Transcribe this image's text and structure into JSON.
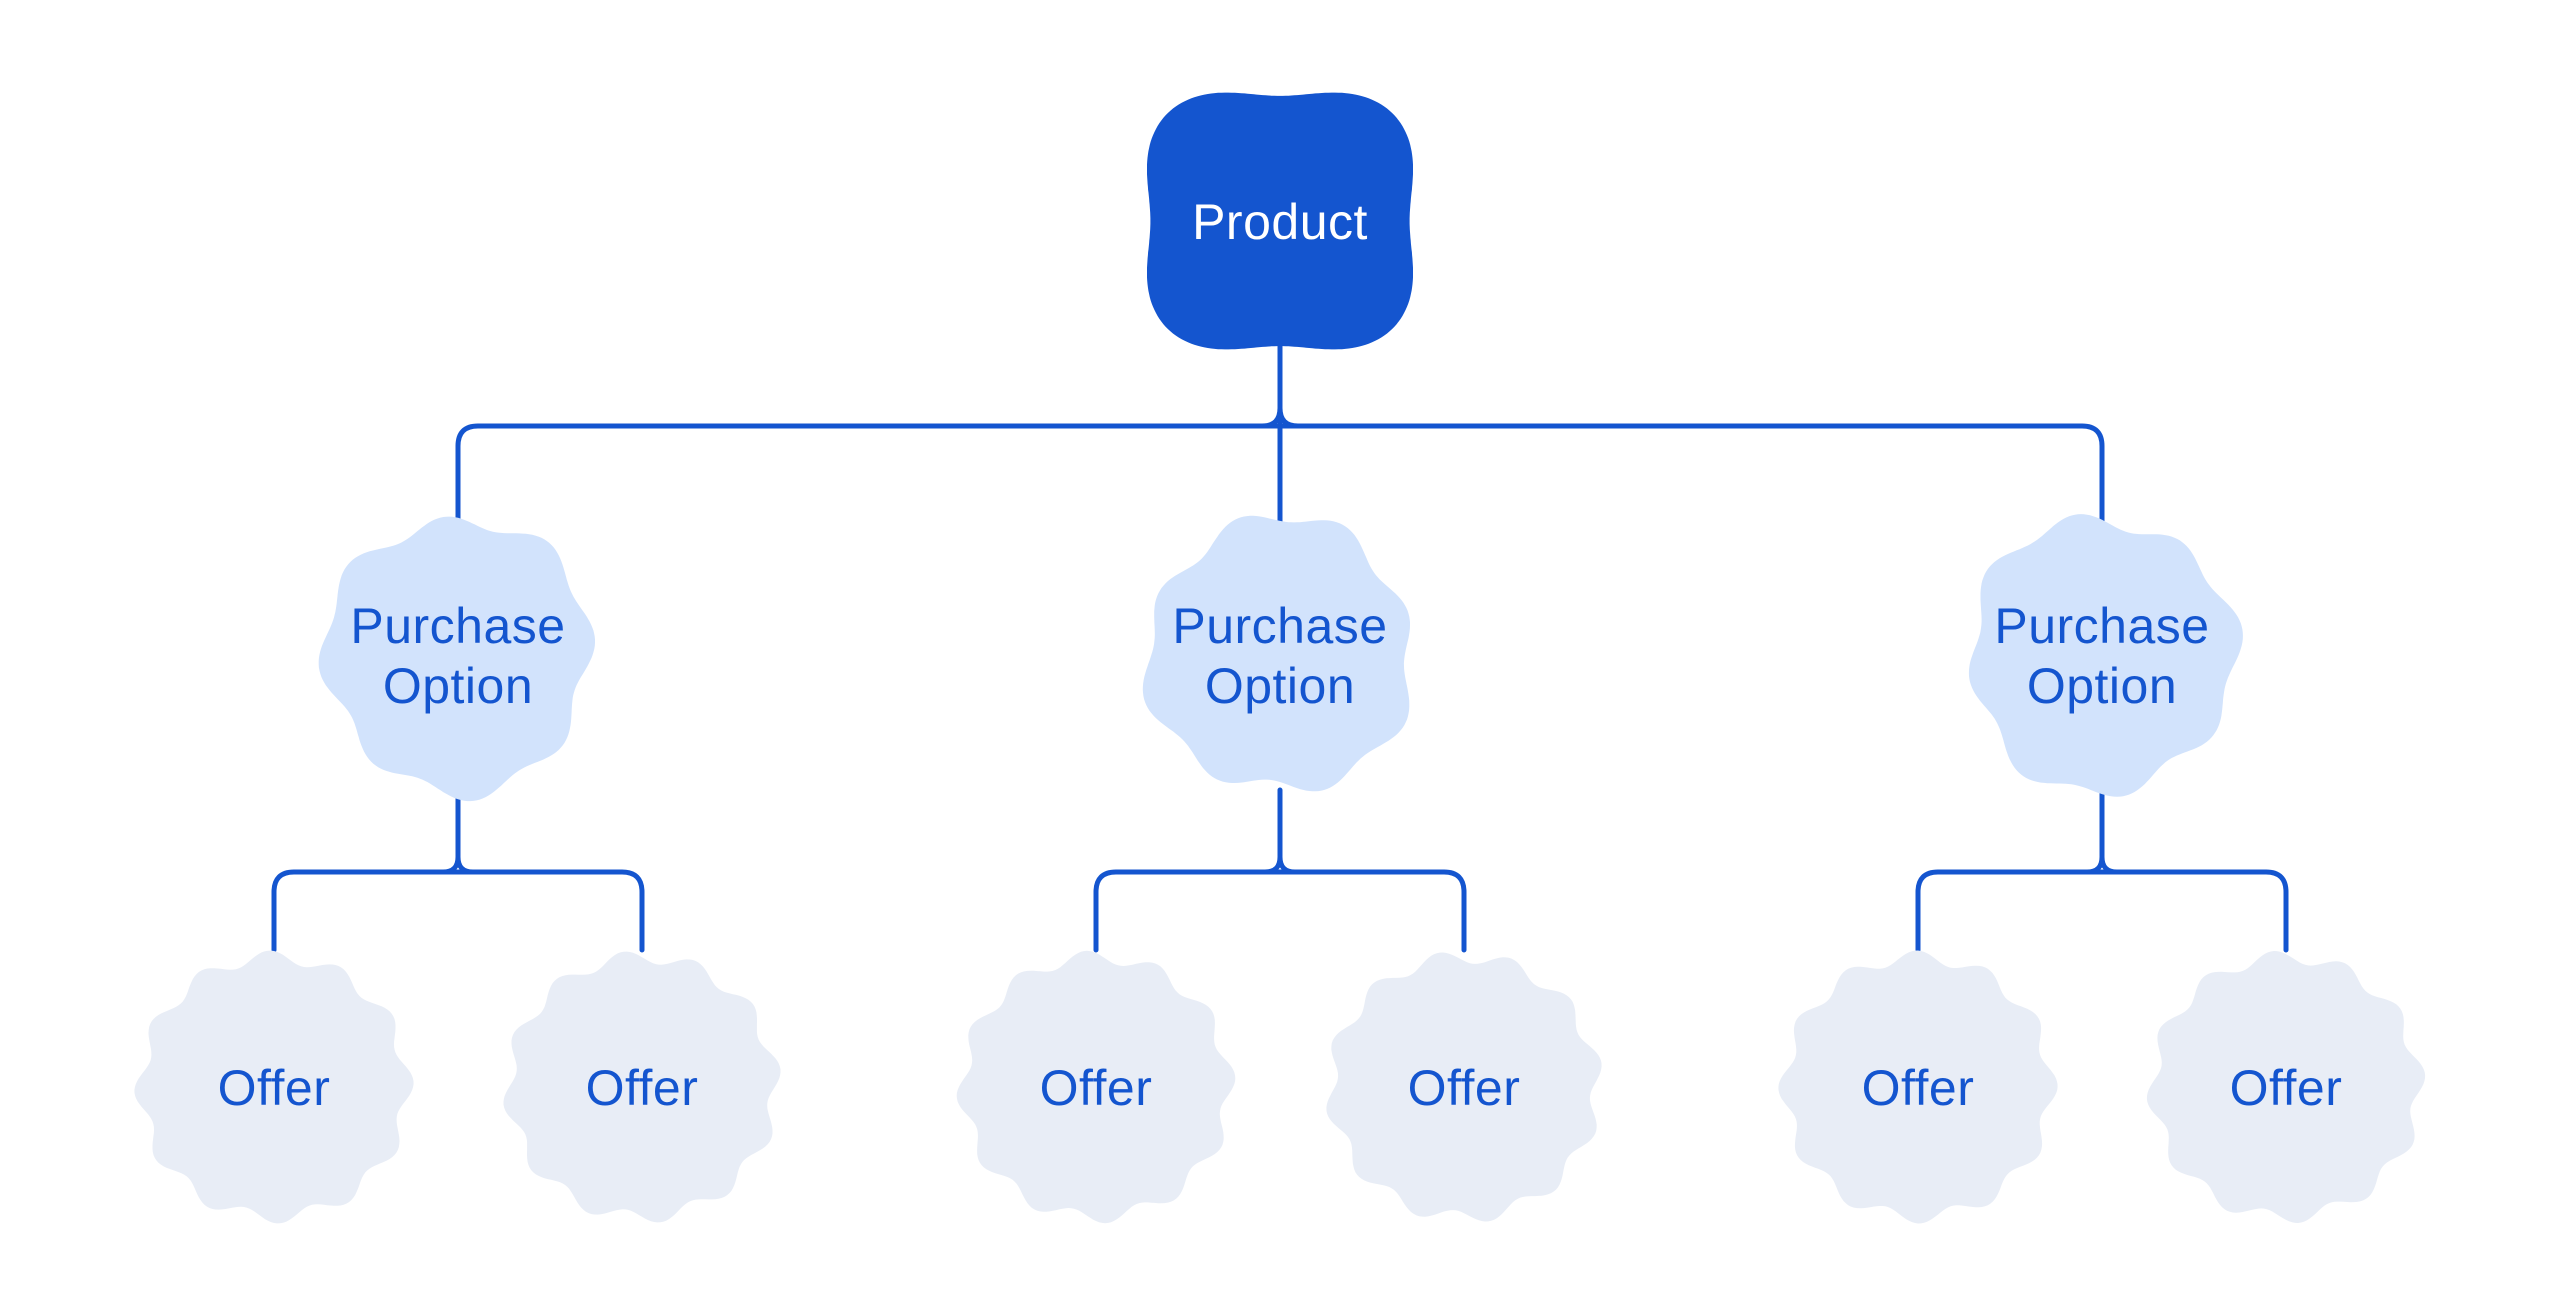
{
  "colors": {
    "background": "#ffffff",
    "connector": "#1455cf",
    "product_fill": "#1455cf",
    "product_text": "#ffffff",
    "purchase_option_fill": "#d2e3fc",
    "offer_fill": "#e8edf6",
    "label_text": "#1455cf"
  },
  "tree": {
    "label": "Product",
    "children": [
      {
        "label": "Purchase Option",
        "children": [
          {
            "label": "Offer"
          },
          {
            "label": "Offer"
          }
        ]
      },
      {
        "label": "Purchase Option",
        "children": [
          {
            "label": "Offer"
          },
          {
            "label": "Offer"
          }
        ]
      },
      {
        "label": "Purchase Option",
        "children": [
          {
            "label": "Offer"
          },
          {
            "label": "Offer"
          }
        ]
      }
    ]
  }
}
